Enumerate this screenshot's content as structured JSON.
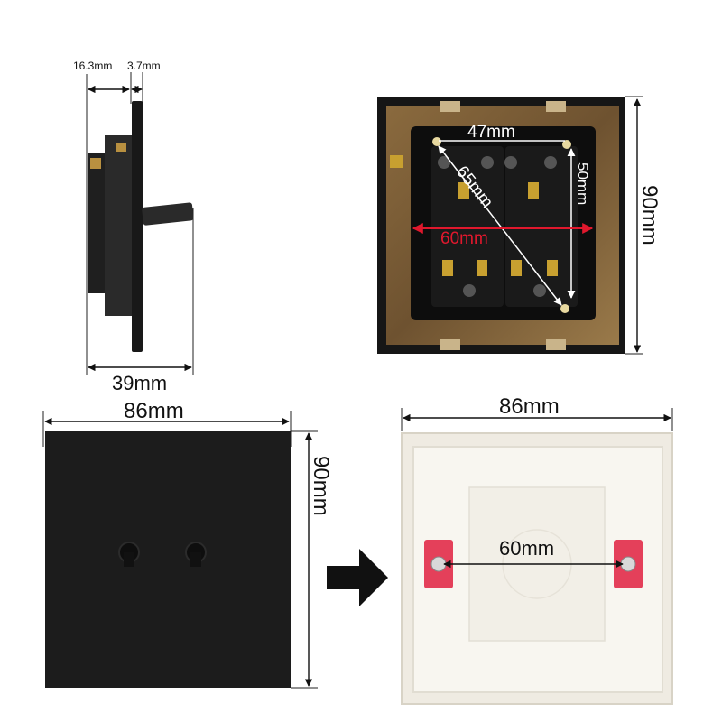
{
  "side_view": {
    "dim_left": "16.3mm",
    "dim_right": "3.7mm",
    "dim_bottom": "39mm"
  },
  "back_view": {
    "dim_top": "47mm",
    "dim_diagonal": "65mm",
    "dim_side": "50mm",
    "dim_center": "60mm",
    "dim_height": "90mm"
  },
  "front_view": {
    "dim_width": "86mm",
    "dim_height": "90mm"
  },
  "wall_box": {
    "dim_width": "86mm",
    "dim_screw": "60mm"
  },
  "colors": {
    "panel": "#1c1c1c",
    "plate": "#7a5a35",
    "box": "#f4f1ea",
    "accent_red": "#e0182d",
    "screw_pad": "#e4405a"
  }
}
